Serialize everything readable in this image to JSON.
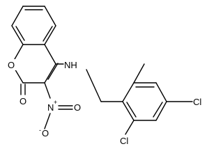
{
  "molecule": {
    "atoms": {
      "ring_oxygen": "O",
      "carbonyl_oxygen": "O",
      "amine": "NH",
      "nitro_n": "N",
      "nitro_n_charge": "+",
      "nitro_o_top": "O",
      "nitro_o_bottom": "O",
      "nitro_o_bottom_charge": "-",
      "chloro_right": "Cl",
      "chloro_bottom": "Cl"
    }
  },
  "colors": {
    "bond": "#000000",
    "background": "#ffffff"
  }
}
